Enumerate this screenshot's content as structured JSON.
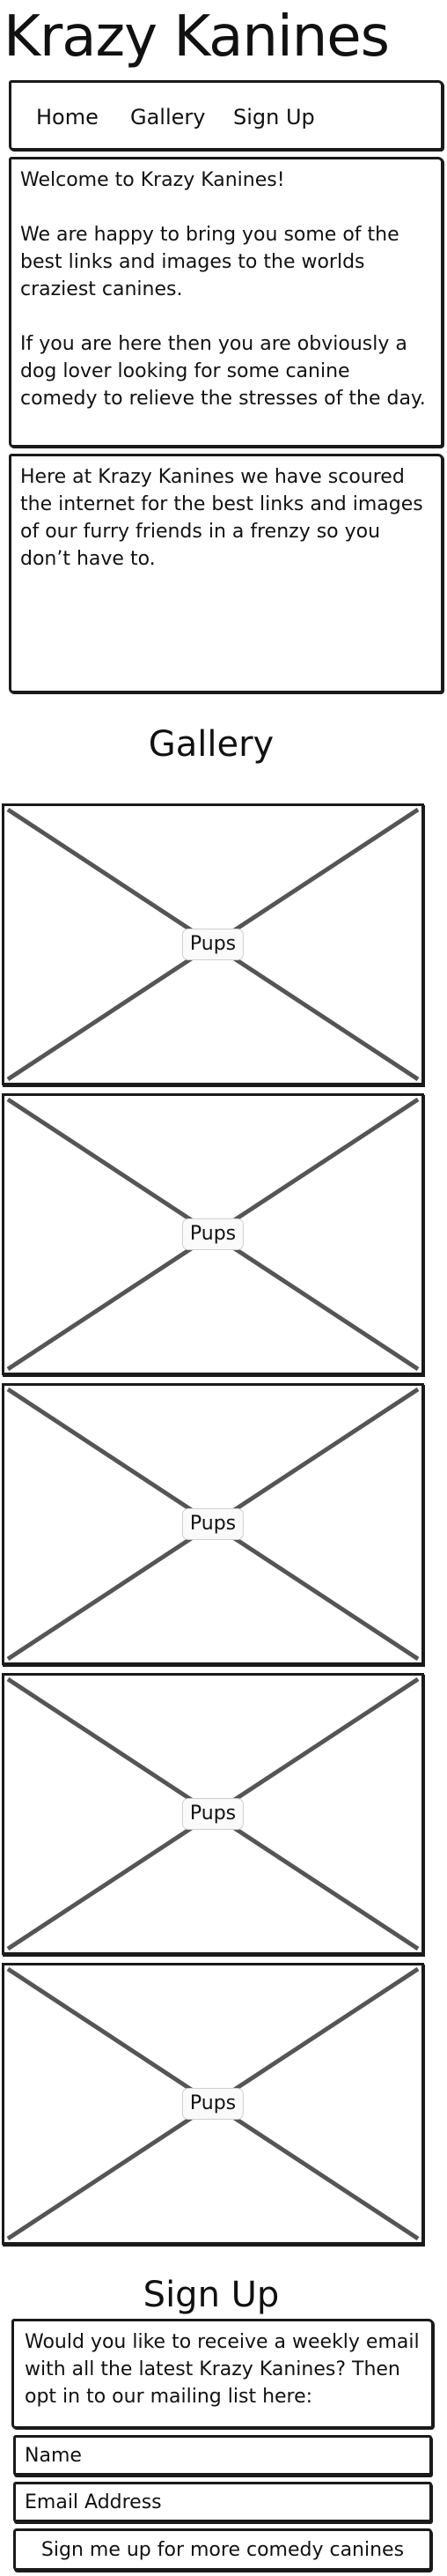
{
  "site": {
    "title": "Krazy Kanines"
  },
  "nav": {
    "items": [
      {
        "label": "Home"
      },
      {
        "label": "Gallery"
      },
      {
        "label": "Sign Up"
      }
    ]
  },
  "welcome": {
    "paragraphs": [
      "Welcome to Krazy Kanines!",
      "We are happy to bring you some of the best links and images to the worlds craziest canines.",
      "If you are here then you are obviously a dog lover looking for some canine comedy to relieve the stresses of the day."
    ]
  },
  "intro": {
    "text": "Here at Krazy Kanines we have scoured the internet for the best links and images of our furry friends in a frenzy so you don’t have to."
  },
  "gallery": {
    "heading": "Gallery",
    "items": [
      {
        "label": "Pups"
      },
      {
        "label": "Pups"
      },
      {
        "label": "Pups"
      },
      {
        "label": "Pups"
      },
      {
        "label": "Pups"
      }
    ]
  },
  "signup": {
    "heading": "Sign Up",
    "prompt": "Would you like to receive a weekly email with all the latest Krazy Kanines? Then opt in to our mailing list here:",
    "name_placeholder": "Name",
    "email_placeholder": "Email Address",
    "submit_label": "Sign me up for more comedy canines"
  },
  "colors": {
    "border": "#1a1a1a",
    "placeholder_cross": "#555555"
  }
}
